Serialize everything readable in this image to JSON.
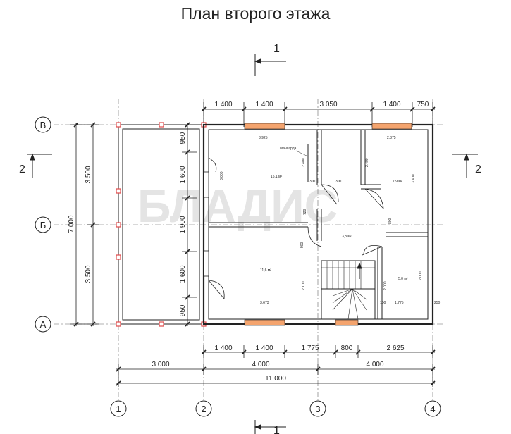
{
  "title": "План второго этажа",
  "section_marks": {
    "top": "1",
    "bottom": "1",
    "left": "2",
    "right": "2"
  },
  "axes": {
    "rows": [
      "В",
      "Б",
      "А"
    ],
    "cols": [
      "1",
      "2",
      "3",
      "4"
    ]
  },
  "dims": {
    "top": [
      "1 400",
      "1 400",
      "3 050",
      "1 400",
      "750"
    ],
    "bottom_row1": [
      "1 400",
      "1 400",
      "1 775",
      "800",
      "2 625"
    ],
    "bottom_row2": [
      "3 000",
      "4 000",
      "4 000"
    ],
    "bottom_total": "11 000",
    "left_outer": "7 000",
    "left_inner": [
      "3 500",
      "3 500"
    ],
    "left_walls": [
      "950",
      "1 600",
      "1 900",
      "1 600",
      "950"
    ]
  },
  "rooms": {
    "room1_area": "15,1 м²",
    "room2_area": "7,9 м²",
    "hall_area": "3,8 м²",
    "room3_area": "11,6 м²",
    "room4_area": "5,0 м²",
    "label_closet": "Мансарда"
  },
  "inner_dims": {
    "d_3925": "3.925",
    "d_2375": "2.375",
    "d_2400a": "2.400",
    "d_2400b": "2.400",
    "d_3400": "3.400",
    "d_300a": "300",
    "d_300b": "300",
    "d_720": "720",
    "d_3000": "3.000",
    "d_3673": "3.673",
    "d_1775": "1.775",
    "d_100": "100",
    "d_2100": "2.100",
    "d_2000a": "2.000",
    "d_2000b": "2.000",
    "d_250": "250",
    "d_800": "800",
    "d_900": "900"
  },
  "watermark": "БЛАДИС",
  "colors": {
    "line": "#222222",
    "window": "#f4a46e",
    "post": "#e04a4a",
    "watermark": "#e4e4e4"
  }
}
